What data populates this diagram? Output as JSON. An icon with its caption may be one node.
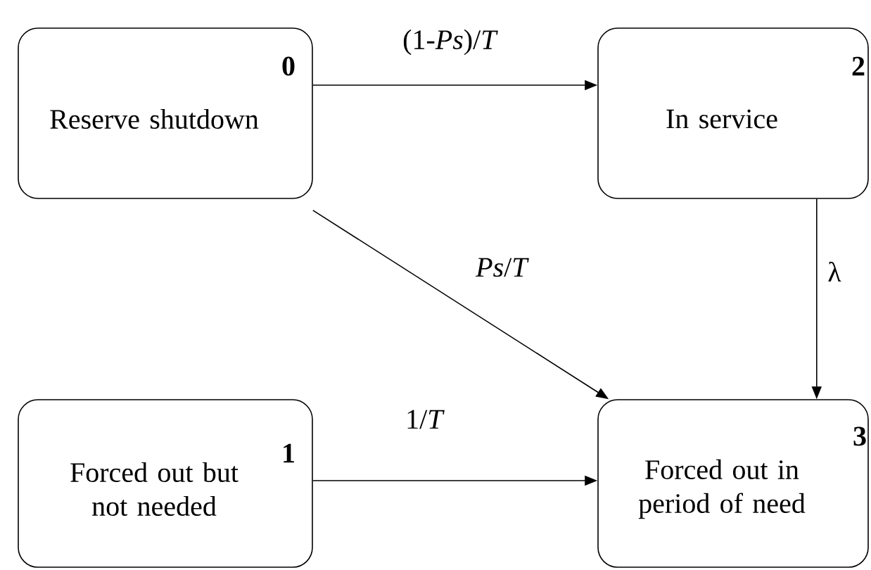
{
  "diagram": {
    "nodes": [
      {
        "text": [
          "0",
          "Reserve shutdown"
        ]
      },
      {
        "text": [
          "2",
          "In service"
        ]
      },
      {
        "text": [
          "1",
          "Forced out but not needed"
        ]
      },
      {
        "text": [
          "3",
          "Forced out in period of need"
        ]
      }
    ],
    "edges": [
      {
        "from": 0,
        "to": 1,
        "arrow": "to",
        "label": "(1-*Ps*)/*T*"
      },
      {
        "from": 0,
        "to": 3,
        "arrow": "to",
        "label": "*Ps*/*T*"
      },
      {
        "from": 1,
        "to": 3,
        "arrow": "to",
        "label": "λ"
      },
      {
        "from": 2,
        "to": 3,
        "arrow": "to",
        "label": "1/*T*"
      }
    ]
  }
}
